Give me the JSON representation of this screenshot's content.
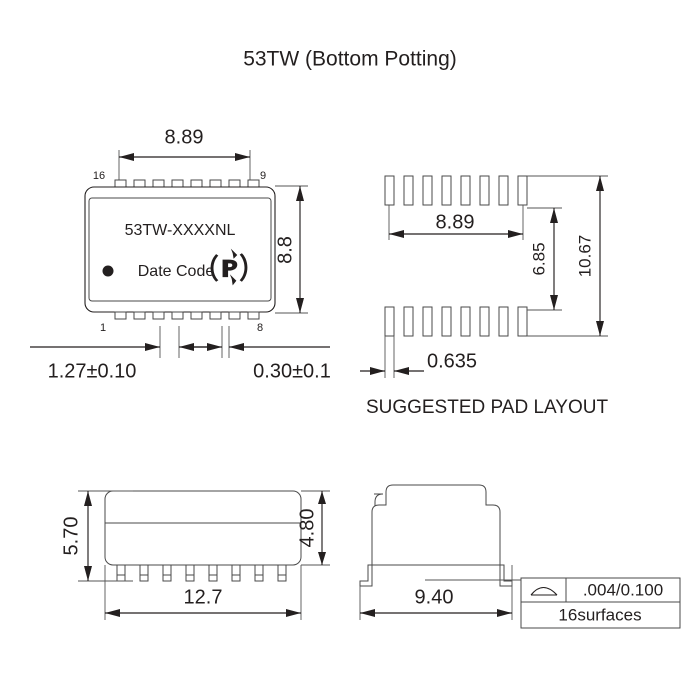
{
  "drawing": {
    "title": "53TW (Bottom Potting)",
    "pad_layout_caption": "SUGGESTED PAD LAYOUT"
  },
  "top_view": {
    "part_marking": "53TW-XXXXNL",
    "date_code_label": "Date Code",
    "logo_name": "pulse-logo",
    "pin_top_left": "16",
    "pin_top_right": "9",
    "pin_bottom_left": "1",
    "pin_bottom_right": "8",
    "dim_width": "8.89",
    "dim_height": "8.8",
    "dim_pitch": "1.27±0.10",
    "dim_lead_width": "0.30±0.1"
  },
  "pad_layout": {
    "dim_span": "8.89",
    "dim_inner_gap": "6.85",
    "dim_outer": "10.67",
    "dim_pad_width": "0.635",
    "pad_count_per_row": 8
  },
  "front_view": {
    "dim_overall_height": "5.70",
    "dim_body_height": "4.80",
    "dim_width": "12.7",
    "lead_count": 8
  },
  "side_view": {
    "dim_depth": "9.40"
  },
  "coplanarity_box": {
    "symbol_name": "profile-of-a-surface-icon",
    "tolerance": ".004/0.100",
    "surfaces": "16surfaces"
  }
}
